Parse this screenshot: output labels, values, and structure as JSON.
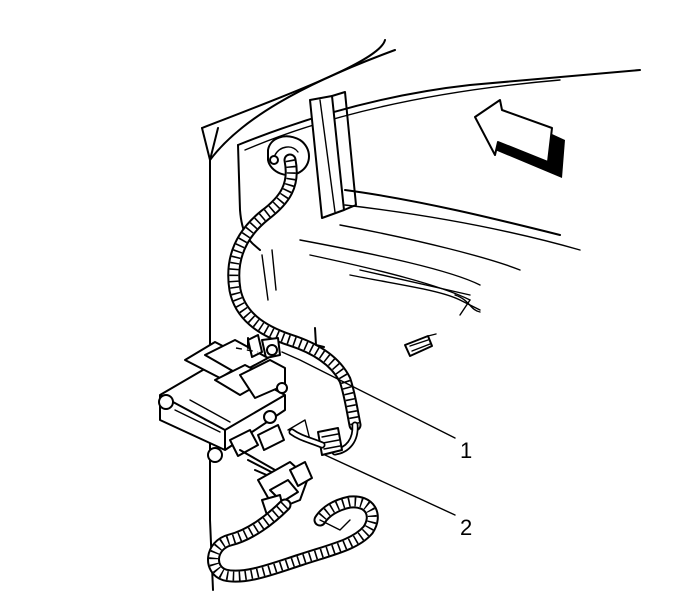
{
  "callouts": [
    {
      "label": "1",
      "icon": "callout-leader-1"
    },
    {
      "label": "2",
      "icon": "callout-leader-2"
    }
  ],
  "icons": {
    "view_arrow": "view-direction-arrow-icon",
    "clip": "retainer-clip-icon"
  }
}
